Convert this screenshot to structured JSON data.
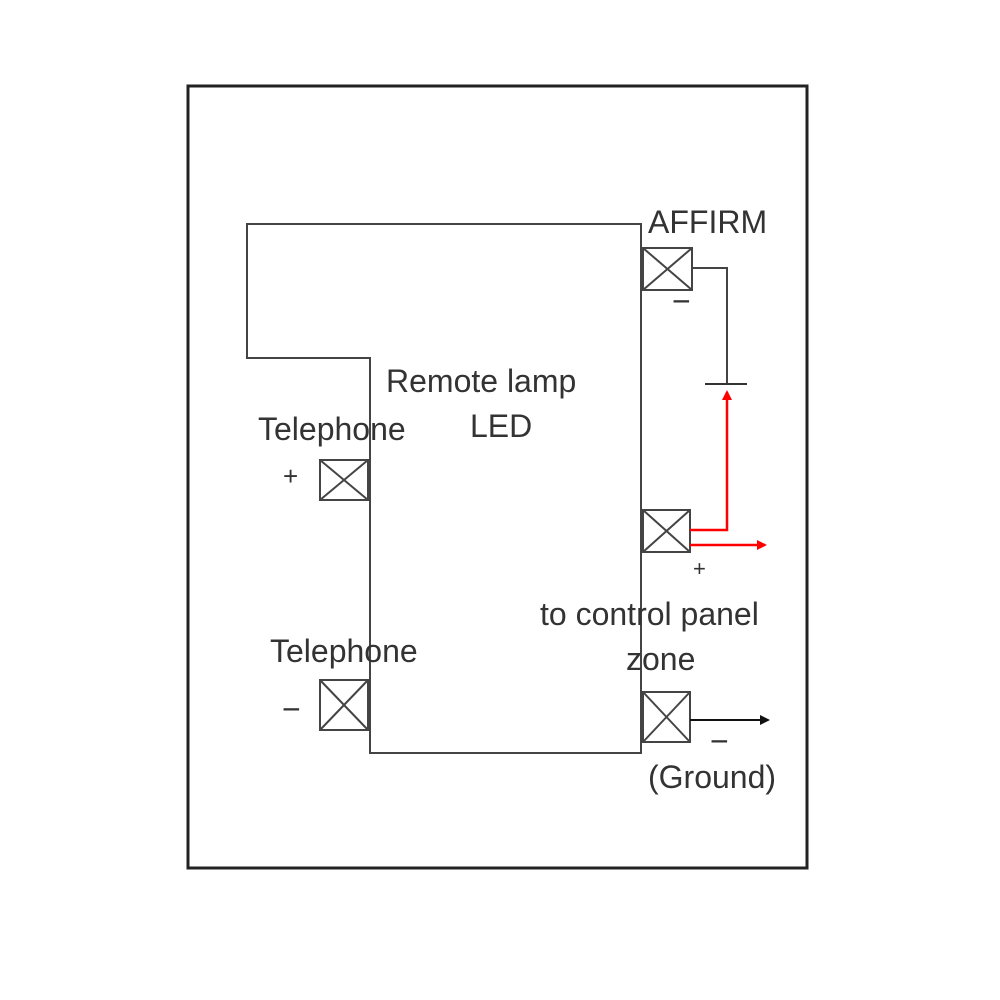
{
  "diagram": {
    "device_label_line1": "Remote lamp",
    "device_label_line2": "LED",
    "affirm_label": "AFFIRM",
    "affirm_polarity": "−",
    "telephone_plus_label": "Telephone",
    "telephone_plus_polarity": "+",
    "telephone_minus_label": "Telephone",
    "telephone_minus_polarity": "−",
    "zone_polarity": "+",
    "zone_label_line1": "to control panel",
    "zone_label_line2": "zone",
    "ground_polarity": "−",
    "ground_label": "(Ground)",
    "colors": {
      "wire": "#333333",
      "current": "#ff0000"
    }
  }
}
